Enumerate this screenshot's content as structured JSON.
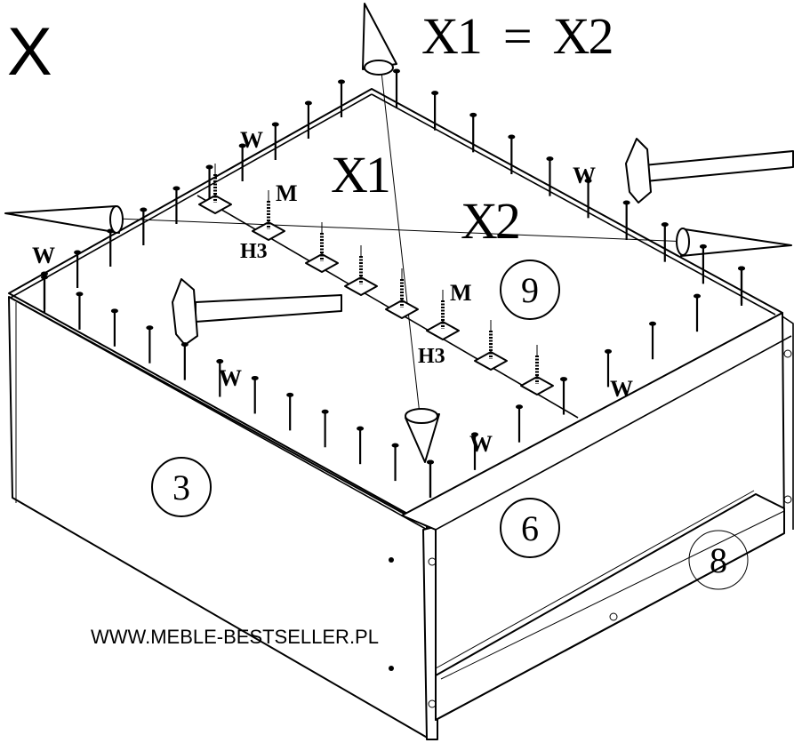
{
  "labels": {
    "step": "X",
    "equation": "X1  =  X2",
    "diag1": "X1",
    "diag2": "X2",
    "nail": "W",
    "screw": "M",
    "bracket": "H3",
    "part_back": "9",
    "part_left": "3",
    "part_front": "6",
    "part_bottom": "8"
  },
  "watermark": "WWW.MEBLE-BESTSELLER.PL",
  "colors": {
    "ink": "#000000",
    "paper": "#ffffff"
  },
  "icons": [
    "hammer-icon",
    "measuring-tip-icon",
    "nail-icon",
    "screw-icon",
    "bracket-icon"
  ]
}
